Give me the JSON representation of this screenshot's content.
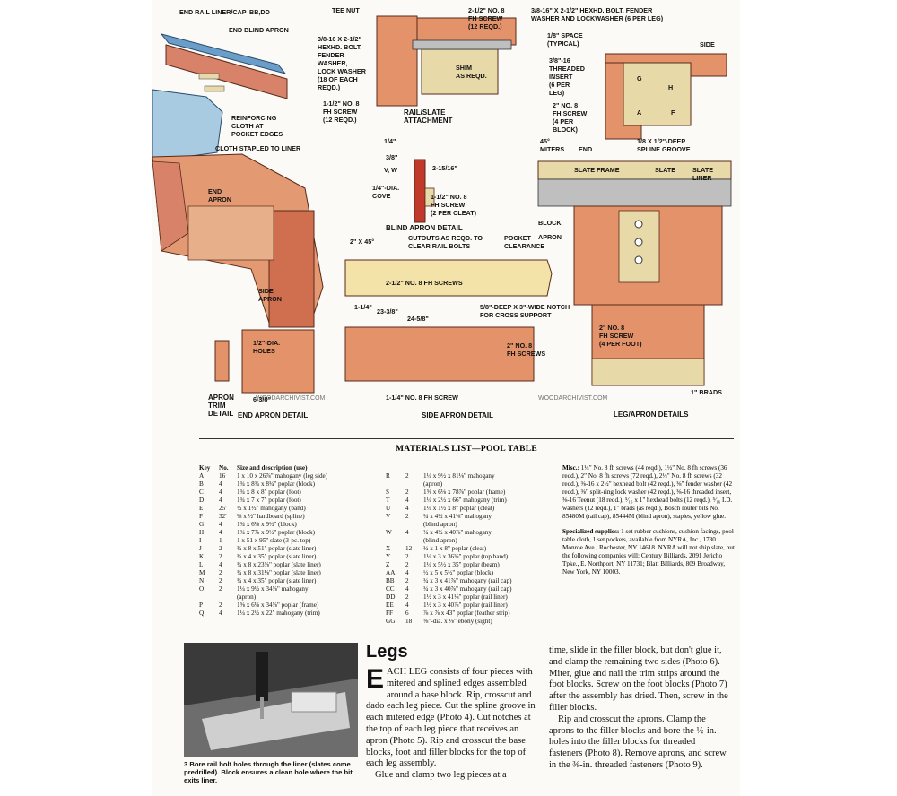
{
  "diagram": {
    "labels": {
      "end_rail_liner": "END RAIL LINER/CAP",
      "end_rail_liner_letters": "BB,DD",
      "end_blind_apron": "END BLIND APRON",
      "reinforcing_cloth": "REINFORCING CLOTH AT POCKET EDGES",
      "cloth_stapled": "CLOTH STAPLED TO LINER",
      "end_apron": "END APRON",
      "side_apron": "SIDE APRON",
      "tee_nut": "TEE NUT",
      "hexhd_bolt": "3/8-16 X 2-1/2\" HEXHD. BOLT, FENDER WASHER, LOCK WASHER (18 OF EACH REQD.)",
      "fh_screw_top": "2-1/2\" NO. 8 FH SCREW (12 REQD.)",
      "shim": "SHIM AS REQD.",
      "fh_screw_112": "1-1/2\" NO. 8 FH SCREW (12 REQD.)",
      "rail_slate": "RAIL/SLATE ATTACHMENT",
      "hexhd_leg": "3/8-16\" X 2-1/2\" HEXHD. BOLT, FENDER WASHER AND LOCKWASHER (6 PER LEG)",
      "space": "1/8\" SPACE (TYPICAL)",
      "threaded_insert": "3/8\"-16 THREADED INSERT (6 PER LEG)",
      "fh_screw_2": "2\" NO. 8 FH SCREW (4 PER BLOCK)",
      "miters": "45° MITERS",
      "end": "END",
      "spline": "1/8 X 1/2\"-DEEP SPLINE GROOVE",
      "side": "SIDE",
      "cove": "1/4\"-DIA. COVE",
      "cleat_screw": "1-1/2\" NO. 8 FH SCREW (2 PER CLEAT)",
      "blind_apron": "BLIND APRON DETAIL",
      "slate_frame": "SLATE FRAME",
      "slate": "SLATE",
      "slate_liner": "SLATE LINER",
      "block": "BLOCK",
      "apron": "APRON",
      "cutouts": "CUTOUTS AS REQD. TO CLEAR RAIL BOLTS",
      "pocket": "POCKET CLEARANCE",
      "fh_screws_212": "2-1/2\" NO. 8 FH SCREWS",
      "notch": "5/8\"-DEEP X 3\"-WIDE NOTCH FOR CROSS SUPPORT",
      "holes": "1/2\"-DIA. HOLES",
      "fh_screws_2": "2\" NO. 8 FH SCREWS",
      "fh_screw_114": "1-1/4\" NO. 8 FH SCREW",
      "fh_per_foot": "2\" NO. 8 FH SCREW (4 PER FOOT)",
      "brads": "1\" BRADS",
      "apron_trim": "APRON TRIM DETAIL",
      "end_apron_detail": "END APRON DETAIL",
      "side_apron_detail": "SIDE APRON DETAIL",
      "leg_apron": "LEG/APRON DETAILS",
      "watermark": "WOODARCHIVIST.COM"
    }
  },
  "materials": {
    "title": "MATERIALS LIST—POOL TABLE",
    "headers": {
      "key": "Key",
      "no": "No.",
      "desc": "Size and description (use)"
    },
    "col1": [
      [
        "A",
        "16",
        "1 x 10 x 26⅞\" mahogany (leg side)"
      ],
      [
        "B",
        "4",
        "1¾ x 8¾ x 8¾\" poplar (block)"
      ],
      [
        "C",
        "4",
        "1¾ x 8 x 8\" poplar (foot)"
      ],
      [
        "D",
        "4",
        "1¾ x 7 x 7\" poplar (foot)"
      ],
      [
        "E",
        "25'",
        "½ x 1½\" mahogany (band)"
      ],
      [
        "F",
        "32'",
        "⅛ x ½\" hardboard (spline)"
      ],
      [
        "G",
        "4",
        "1¾ x 6⅛ x 9½\" (block)"
      ],
      [
        "H",
        "4",
        "1¾ x 7⅞ x 9½\" poplar (block)"
      ],
      [
        "I",
        "1",
        "1 x 51 x 95\" slate (3-pc. top)"
      ],
      [
        "J",
        "2",
        "¾ x 8 x 51\" poplar (slate liner)"
      ],
      [
        "K",
        "2",
        "¾ x 4 x 35\" poplar (slate liner)"
      ],
      [
        "L",
        "4",
        "¾ x 8 x 23⅝\" poplar (slate liner)"
      ],
      [
        "M",
        "2",
        "¾ x 8 x 31⅛\" poplar (slate liner)"
      ],
      [
        "N",
        "2",
        "¾ x 4 x 35\" poplar (slate liner)"
      ],
      [
        "O",
        "2",
        "1¼ x 9½ x 34⅝\" mahogany"
      ],
      [
        "",
        "",
        "(apron)"
      ],
      [
        "P",
        "2",
        "1⅝ x 6⅛ x 34⅝\" poplar (frame)"
      ],
      [
        "Q",
        "4",
        "1¼ x 2½ x 22\" mahogany (trim)"
      ]
    ],
    "col2": [
      [
        "R",
        "2",
        "1¼ x 9½ x 81⅛\" mahogany"
      ],
      [
        "",
        "",
        "(apron)"
      ],
      [
        "S",
        "2",
        "1⅝ x 6⅛ x 78⅞\" poplar (frame)"
      ],
      [
        "T",
        "4",
        "1¼ x 2½ x 66\" mahogany (trim)"
      ],
      [
        "U",
        "4",
        "1¼ x 1½ x 8\" poplar (cleat)"
      ],
      [
        "V",
        "2",
        "¾ x 4½ x 41⅜\" mahogany"
      ],
      [
        "",
        "",
        "(blind apron)"
      ],
      [
        "W",
        "4",
        "¾ x 4½ x 40⅞\" mahogany"
      ],
      [
        "",
        "",
        "(blind apron)"
      ],
      [
        "X",
        "12",
        "¾ x 1 x 8\" poplar (cleat)"
      ],
      [
        "Y",
        "2",
        "1¼ x 3 x 36⅝\" poplar (top band)"
      ],
      [
        "Z",
        "2",
        "1¼ x 5½ x 35\" poplar (beam)"
      ],
      [
        "AA",
        "4",
        "½ x 5 x 5½\" poplar (block)"
      ],
      [
        "BB",
        "2",
        "¾ x 3 x 41⅞\" mahogany (rail cap)"
      ],
      [
        "CC",
        "4",
        "¾ x 3 x 40⅞\" mahogany (rail cap)"
      ],
      [
        "DD",
        "2",
        "1½ x 3 x 41⅛\" poplar (rail liner)"
      ],
      [
        "EE",
        "4",
        "1½ x 3 x 40⅞\" poplar (rail liner)"
      ],
      [
        "FF",
        "6",
        "⅞ x ⅞ x 43\" poplar (feather strip)"
      ],
      [
        "GG",
        "18",
        "⅝\"-dia. x ⅛\" ebony (sight)"
      ]
    ],
    "misc_label": "Misc.:",
    "misc_text": "1¼\" No. 8 fh screws (44 reqd.), 1½\" No. 8 fh screws (36 reqd.), 2\" No. 8 fh screws (72 reqd.), 2½\" No. 8 fh screws (32 reqd.), ⅜-16 x 2½\" hexhead bolt (42 reqd.), ⅜\" fender washer (42 reqd.), ⅜\" split-ring lock washer (42 reqd.), ⅜-16 threaded insert, ⅜-16 Teenut (18 reqd.), ⁵⁄₁₆ x 1\" hexhead bolts (12 reqd.), ⁵⁄₁₆ I.D. washers (12 reqd.), 1\" brads (as reqd.), Bosch router bits No. 85480M (rail cap), 85444M (blind apron), staples, yellow glue.",
    "special_label": "Specialized supplies:",
    "special_text": "1 set rubber cushions, cushion facings, pool table cloth, 1 set pockets, available from NYRA, Inc., 1780 Monroe Ave., Rochester, NY 14618. NYRA will not ship slate, but the following companies will: Century Billiards, 2091 Jericho Tpke., E. Northport, NY 11731; Blatt Billiards, 809 Broadway, New York, NY 10003."
  },
  "photo": {
    "caption_num": "3",
    "caption": "Bore rail bolt holes through the liner (slates come predrilled). Block ensures a clean hole where the bit exits liner."
  },
  "article": {
    "heading": "Legs",
    "dropcap": "E",
    "para1_lead": "ACH LEG consists of four pieces with mitered and splined edges assembled around a base block. Rip, crosscut and dado each leg piece. Cut the spline groove in each mitered edge (Photo 4). Cut notches at the top of each leg piece that receives an apron (Photo 5). Rip and crosscut the base blocks, foot and filler blocks for the top of each leg assembly.",
    "para2": "Glue and clamp two leg pieces at a",
    "col2_p1": "time, slide in the filler block, but don't glue it, and clamp the remaining two sides (Photo 6). Miter, glue and nail the trim strips around the foot blocks. Screw on the foot blocks (Photo 7) after the assembly has dried. Then, screw in the filler blocks.",
    "col2_p2": "Rip and crosscut the aprons. Clamp the aprons to the filler blocks and bore the ½-in. holes into the filler blocks for threaded fasteners (Photo 8). Remove aprons, and screw in the ⅜-in. threaded fasteners (Photo 9)."
  }
}
